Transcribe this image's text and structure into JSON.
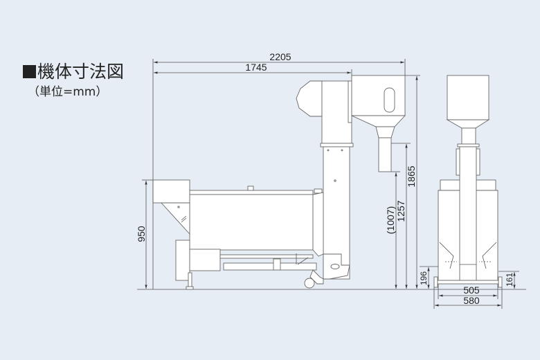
{
  "title": "機体寸法図",
  "unit": "（単位=mm）",
  "dimensions": {
    "total_length": "2205",
    "length_to_elevator": "1745",
    "feeder_height": "950",
    "total_height": "1865",
    "outlet_height": "1257",
    "outlet_height_alt": "(1007)",
    "base_height_left": "196",
    "base_height_right": "161",
    "inner_width": "505",
    "total_width": "580"
  }
}
